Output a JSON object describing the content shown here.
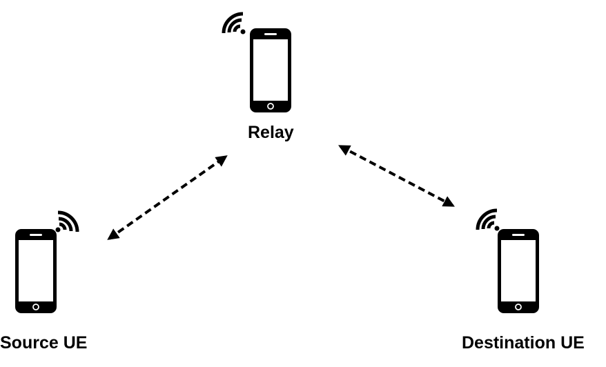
{
  "diagram": {
    "nodes": [
      {
        "id": "relay",
        "label": "Relay",
        "icon": "smartphone-icon",
        "signal": "wifi-signal-icon"
      },
      {
        "id": "source",
        "label": "Source UE",
        "icon": "smartphone-icon",
        "signal": "wifi-signal-icon"
      },
      {
        "id": "destination",
        "label": "Destination UE",
        "icon": "smartphone-icon",
        "signal": "wifi-signal-icon"
      }
    ],
    "links": [
      {
        "from": "source",
        "to": "relay",
        "style": "dashed",
        "direction": "bidirectional"
      },
      {
        "from": "relay",
        "to": "destination",
        "style": "dashed",
        "direction": "bidirectional"
      }
    ],
    "colors": {
      "foreground": "#000000",
      "screen": "#ffffff",
      "background": "#ffffff"
    }
  }
}
